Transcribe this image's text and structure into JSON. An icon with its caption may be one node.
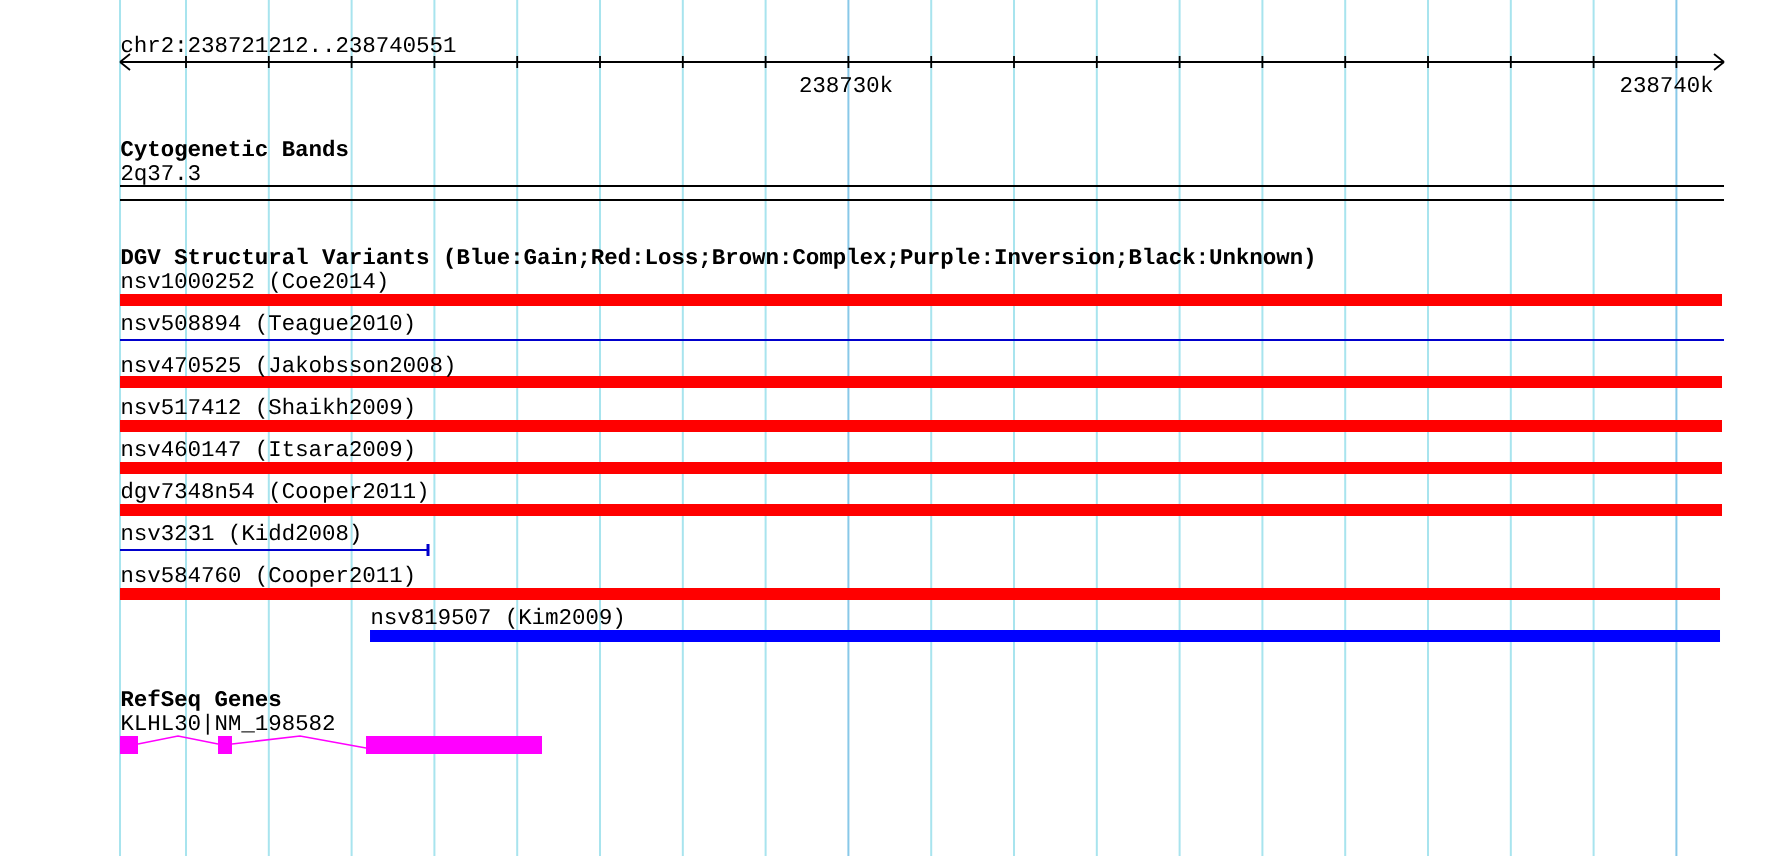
{
  "diagram": {
    "nodes": [
      {
        "text": [
          "2q37.3"
        ]
      },
      {
        "text": [
          "nsv1000252 (Coe2014)"
        ]
      },
      {
        "text": [
          "nsv508894 (Teague2010)"
        ]
      },
      {
        "text": [
          "nsv470525 (Jakobsson2008)"
        ]
      },
      {
        "text": [
          "nsv517412 (Shaikh2009)"
        ]
      },
      {
        "text": [
          "nsv460147 (Itsara2009)"
        ]
      },
      {
        "text": [
          "dgv7348n54 (Cooper2011)"
        ]
      },
      {
        "text": [
          "nsv3231 (Kidd2008)"
        ]
      },
      {
        "text": [
          "nsv584760 (Cooper2011)"
        ]
      },
      {
        "text": [
          "nsv819507 (Kim2009)"
        ]
      },
      {
        "text": [
          "KLHL30|NM_198582"
        ]
      }
    ],
    "labels": [
      "chr2:238721212..238740551",
      "238730k",
      "238740k",
      "Cytogenetic Bands",
      "DGV Structural Variants (Blue:Gain;Red:Loss;Brown:Complex;Purple:Inversion;Black:Unknown)",
      "RefSeq Genes"
    ]
  }
}
